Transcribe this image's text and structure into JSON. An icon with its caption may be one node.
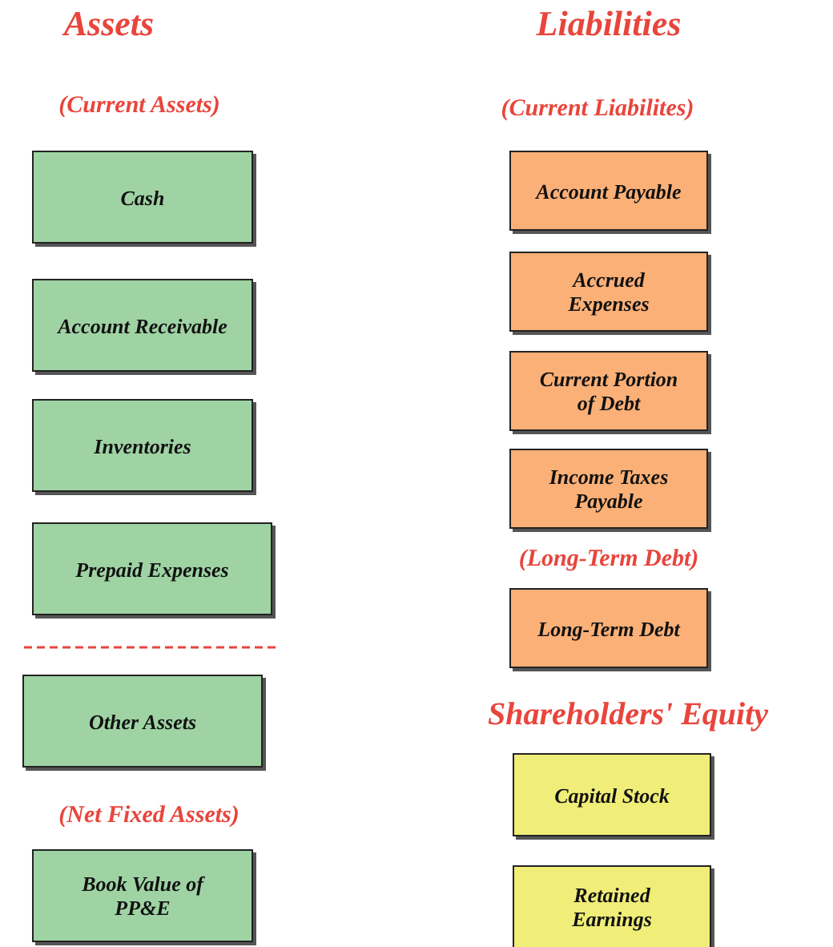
{
  "diagram": {
    "nodes": [
      {
        "text": [
          "Cash"
        ]
      },
      {
        "text": [
          "Account Receivable"
        ]
      },
      {
        "text": [
          "Inventories"
        ]
      },
      {
        "text": [
          "Prepaid Expenses"
        ]
      },
      {
        "text": [
          "Other Assets"
        ]
      },
      {
        "text": [
          "Book Value of PP&E"
        ]
      },
      {
        "text": [
          "Account Payable"
        ]
      },
      {
        "text": [
          "Accrued Expenses"
        ]
      },
      {
        "text": [
          "Current Portion of Debt"
        ]
      },
      {
        "text": [
          "Income Taxes Payable"
        ]
      },
      {
        "text": [
          "Long-Term Debt"
        ]
      },
      {
        "text": [
          "Capital Stock"
        ]
      },
      {
        "text": [
          "Retained Earnings"
        ]
      }
    ],
    "labels": [
      "Assets",
      "Liabilities",
      "(Current Assets)",
      "(Current Liabilites)",
      "(Long-Term Debt)",
      "Shareholders' Equity",
      "(Net Fixed Assets)"
    ]
  }
}
